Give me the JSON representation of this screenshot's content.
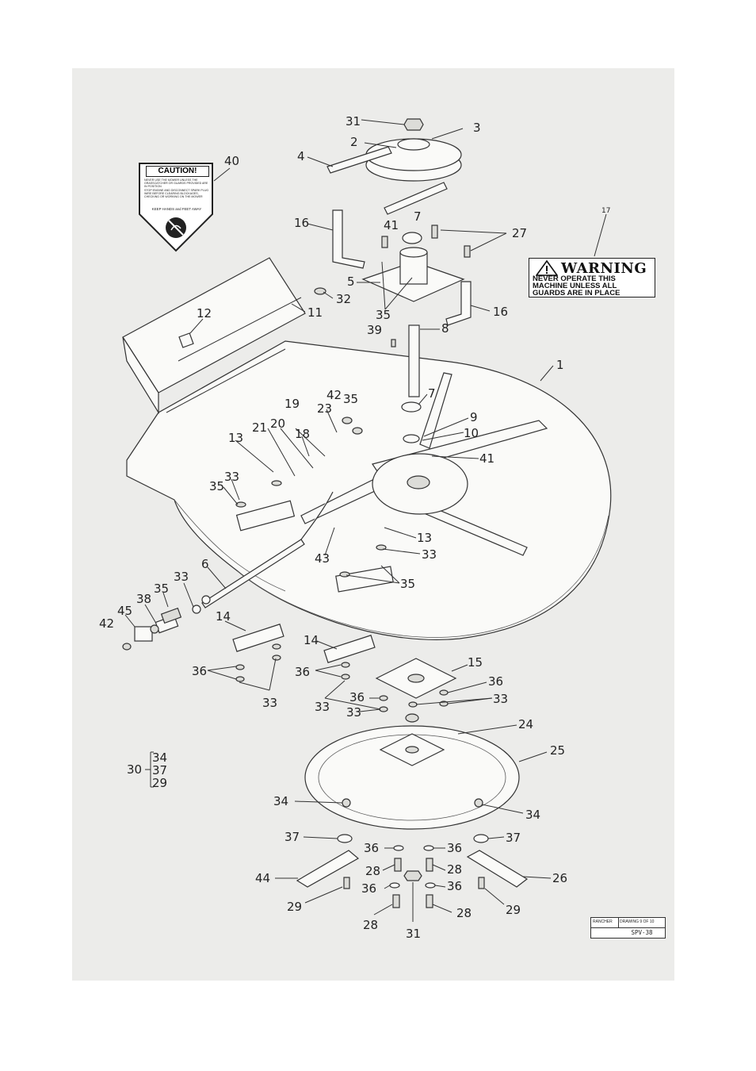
{
  "caution_decal": {
    "title": "CAUTION!",
    "text_1": "NEVER USE THE MOWER UNLESS THE GRASSCATCHER OR GUARDS PROVIDED ARE IN POSITION",
    "text_2": "STOP ENGINE AND DISCONNECT SPARK PLUG WIRE BEFORE CLEARING BLOCKAGES, CHECKING OR WORKING ON THE MOWER",
    "keep": "KEEP HANDS and FEET AWAY"
  },
  "warning_decal": {
    "title": "WARNING",
    "line1": "NEVER OPERATE THIS",
    "line2": "MACHINE UNLESS ALL",
    "line3": "GUARDS ARE IN PLACE"
  },
  "title_block": {
    "brand": "RANCHER",
    "sheet": "DRAWING 9 OF 10",
    "code": "SPV-38"
  },
  "callouts": {
    "c31a": "31",
    "c3": "3",
    "c2": "2",
    "c4": "4",
    "c40": "40",
    "c7a": "7",
    "c41a": "41",
    "c27": "27",
    "c16a": "16",
    "c17": "17",
    "c5": "5",
    "c32": "32",
    "c35a": "35",
    "c16b": "16",
    "c12": "12",
    "c11": "11",
    "c39": "39",
    "c8": "8",
    "c1": "1",
    "c7b": "7",
    "c42a": "42",
    "c35b": "35",
    "c23": "23",
    "c19": "19",
    "c9": "9",
    "c10": "10",
    "c20": "20",
    "c21": "21",
    "c13a": "13",
    "c18": "18",
    "c41b": "41",
    "c33a": "33",
    "c35c": "35",
    "c13b": "13",
    "c43": "43",
    "c33b": "33",
    "c6": "6",
    "c33c": "33",
    "c35d": "35",
    "c38": "38",
    "c35e": "35",
    "c45": "45",
    "c42b": "42",
    "c14a": "14",
    "c14b": "14",
    "c15": "15",
    "c36a": "36",
    "c36b": "36",
    "c36c": "36",
    "c33d": "33",
    "c33e": "33",
    "c33f": "33",
    "c36d": "36",
    "c33g": "33",
    "c24": "24",
    "c25": "25",
    "c30": "30",
    "c34a": "34",
    "c37a": "37",
    "c29a": "29",
    "c34b": "34",
    "c34c": "34",
    "c37b": "37",
    "c36e": "36",
    "c36f": "36",
    "c37c": "37",
    "c44": "44",
    "c28a": "28",
    "c28b": "28",
    "c26": "26",
    "c36g": "36",
    "c36h": "36",
    "c29b": "29",
    "c28c": "28",
    "c31b": "31",
    "c28d": "28",
    "c29c": "29"
  },
  "colors": {
    "paper": "#ececea",
    "ink": "#333333"
  }
}
